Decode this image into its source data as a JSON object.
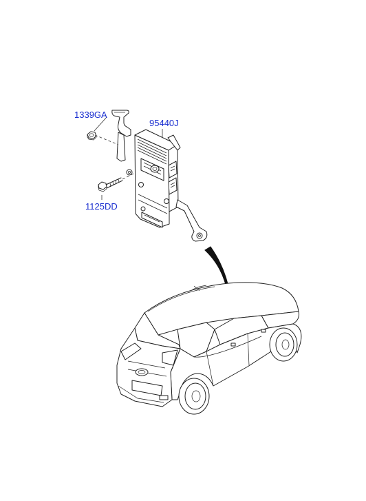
{
  "parts": [
    {
      "id": "nut",
      "label": "1339GA"
    },
    {
      "id": "module",
      "label": "95440J"
    },
    {
      "id": "bolt",
      "label": "1125DD"
    }
  ],
  "colors": {
    "label": "#1a2fd0",
    "line": "#222222",
    "background": "#ffffff"
  }
}
